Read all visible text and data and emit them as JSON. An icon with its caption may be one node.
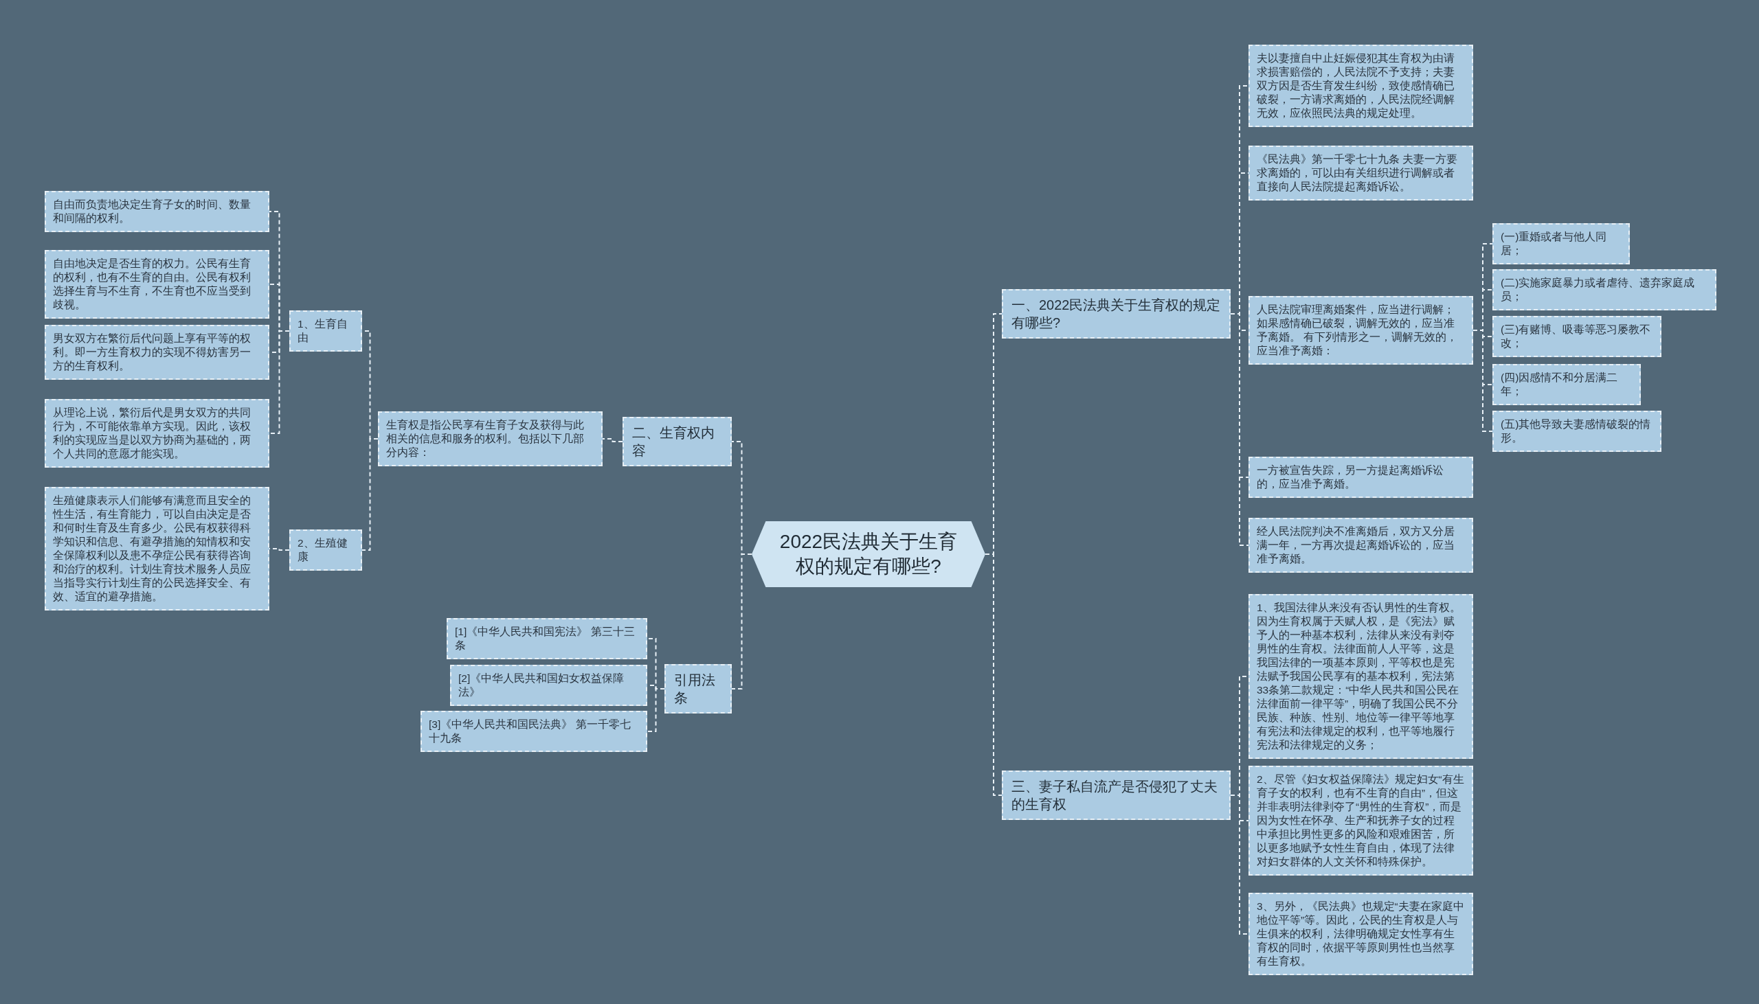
{
  "diagram": {
    "nodes": [
      {
        "text": [
          "2022民法典关于生育权的规定有哪些?"
        ]
      },
      {
        "text": [
          "一、2022民法典关于生育权的规定有哪些?"
        ]
      },
      {
        "text": [
          "夫以妻擅自中止妊娠侵犯其生育权为由请求损害赔偿的，人民法院不予支持；夫妻双方因是否生育发生纠纷，致使感情确已破裂，一方请求离婚的，人民法院经调解无效，应依照民法典的规定处理。"
        ]
      },
      {
        "text": [
          "《民法典》第一千零七十九条 夫妻一方要求离婚的，可以由有关组织进行调解或者直接向人民法院提起离婚诉讼。"
        ]
      },
      {
        "text": [
          "人民法院审理离婚案件，应当进行调解；如果感情确已破裂，调解无效的，应当准予离婚。 有下列情形之一，调解无效的，应当准予离婚："
        ]
      },
      {
        "text": [
          "(一)重婚或者与他人同居；"
        ]
      },
      {
        "text": [
          "(二)实施家庭暴力或者虐待、遗弃家庭成员；"
        ]
      },
      {
        "text": [
          "(三)有赌博、吸毒等恶习屡教不改；"
        ]
      },
      {
        "text": [
          "(四)因感情不和分居满二年；"
        ]
      },
      {
        "text": [
          "(五)其他导致夫妻感情破裂的情形。"
        ]
      },
      {
        "text": [
          "一方被宣告失踪，另一方提起离婚诉讼的，应当准予离婚。"
        ]
      },
      {
        "text": [
          "经人民法院判决不准离婚后，双方又分居满一年，一方再次提起离婚诉讼的，应当准予离婚。"
        ]
      },
      {
        "text": [
          "三、妻子私自流产是否侵犯了丈夫的生育权"
        ]
      },
      {
        "text": [
          "1、我国法律从来没有否认男性的生育权。因为生育权属于天赋人权，是《宪法》赋予人的一种基本权利，法律从来没有剥夺男性的生育权。法律面前人人平等，这是我国法律的一项基本原则，平等权也是宪法赋予我国公民享有的基本权利，宪法第33条第二款规定：“中华人民共和国公民在法律面前一律平等”，明确了我国公民不分民族、种族、性别、地位等一律平等地享有宪法和法律规定的权利，也平等地履行宪法和法律规定的义务；"
        ]
      },
      {
        "text": [
          "2、尽管《妇女权益保障法》规定妇女“有生育子女的权利，也有不生育的自由”，但这并非表明法律剥夺了“男性的生育权”，而是因为女性在怀孕、生产和抚养子女的过程中承担比男性更多的风险和艰难困苦，所以更多地赋予女性生育自由，体现了法律对妇女群体的人文关怀和特殊保护。"
        ]
      },
      {
        "text": [
          "3、另外，《民法典》也规定“夫妻在家庭中地位平等”等。因此，公民的生育权是人与生俱来的权利，法律明确规定女性享有生育权的同时，依据平等原则男性也当然享有生育权。"
        ]
      },
      {
        "text": [
          "二、生育权内容"
        ]
      },
      {
        "text": [
          "生育权是指公民享有生育子女及获得与此相关的信息和服务的权利。包括以下几部分内容："
        ]
      },
      {
        "text": [
          "1、生育自由"
        ]
      },
      {
        "text": [
          "自由而负责地决定生育子女的时间、数量和间隔的权利。"
        ]
      },
      {
        "text": [
          "自由地决定是否生育的权力。公民有生育的权利，也有不生育的自由。公民有权利选择生育与不生育，不生育也不应当受到歧视。"
        ]
      },
      {
        "text": [
          "男女双方在繁衍后代问题上享有平等的权利。即一方生育权力的实现不得妨害另一方的生育权利。"
        ]
      },
      {
        "text": [
          "从理论上说，繁衍后代是男女双方的共同行为，不可能依靠单方实现。因此，该权利的实现应当是以双方协商为基础的，两个人共同的意愿才能实现。"
        ]
      },
      {
        "text": [
          "2、生殖健康"
        ]
      },
      {
        "text": [
          "生殖健康表示人们能够有满意而且安全的性生活，有生育能力，可以自由决定是否和何时生育及生育多少。公民有权获得科学知识和信息、有避孕措施的知情权和安全保障权利以及患不孕症公民有获得咨询和治疗的权利。计划生育技术服务人员应当指导实行计划生育的公民选择安全、有效、适宜的避孕措施。"
        ]
      },
      {
        "text": [
          "引用法条"
        ]
      },
      {
        "text": [
          "[1]《中华人民共和国宪法》 第三十三条"
        ]
      },
      {
        "text": [
          "[2]《中华人民共和国妇女权益保障法》"
        ]
      },
      {
        "text": [
          "[3]《中华人民共和国民法典》 第一千零七十九条"
        ]
      }
    ],
    "edges": [
      {
        "from": 0,
        "to": 1,
        "arrow": "none"
      },
      {
        "from": 0,
        "to": 12,
        "arrow": "none"
      },
      {
        "from": 0,
        "to": 16,
        "arrow": "none"
      },
      {
        "from": 0,
        "to": 25,
        "arrow": "none"
      },
      {
        "from": 1,
        "to": 2,
        "arrow": "none"
      },
      {
        "from": 1,
        "to": 3,
        "arrow": "none"
      },
      {
        "from": 1,
        "to": 4,
        "arrow": "none"
      },
      {
        "from": 1,
        "to": 10,
        "arrow": "none"
      },
      {
        "from": 1,
        "to": 11,
        "arrow": "none"
      },
      {
        "from": 4,
        "to": 5,
        "arrow": "none"
      },
      {
        "from": 4,
        "to": 6,
        "arrow": "none"
      },
      {
        "from": 4,
        "to": 7,
        "arrow": "none"
      },
      {
        "from": 4,
        "to": 8,
        "arrow": "none"
      },
      {
        "from": 4,
        "to": 9,
        "arrow": "none"
      },
      {
        "from": 12,
        "to": 13,
        "arrow": "none"
      },
      {
        "from": 12,
        "to": 14,
        "arrow": "none"
      },
      {
        "from": 12,
        "to": 15,
        "arrow": "none"
      },
      {
        "from": 16,
        "to": 17,
        "arrow": "none"
      },
      {
        "from": 17,
        "to": 18,
        "arrow": "none"
      },
      {
        "from": 17,
        "to": 23,
        "arrow": "none"
      },
      {
        "from": 18,
        "to": 19,
        "arrow": "none"
      },
      {
        "from": 18,
        "to": 20,
        "arrow": "none"
      },
      {
        "from": 18,
        "to": 21,
        "arrow": "none"
      },
      {
        "from": 18,
        "to": 22,
        "arrow": "none"
      },
      {
        "from": 23,
        "to": 24,
        "arrow": "none"
      },
      {
        "from": 25,
        "to": 26,
        "arrow": "none"
      },
      {
        "from": 25,
        "to": 27,
        "arrow": "none"
      },
      {
        "from": 25,
        "to": 28,
        "arrow": "none"
      }
    ]
  }
}
